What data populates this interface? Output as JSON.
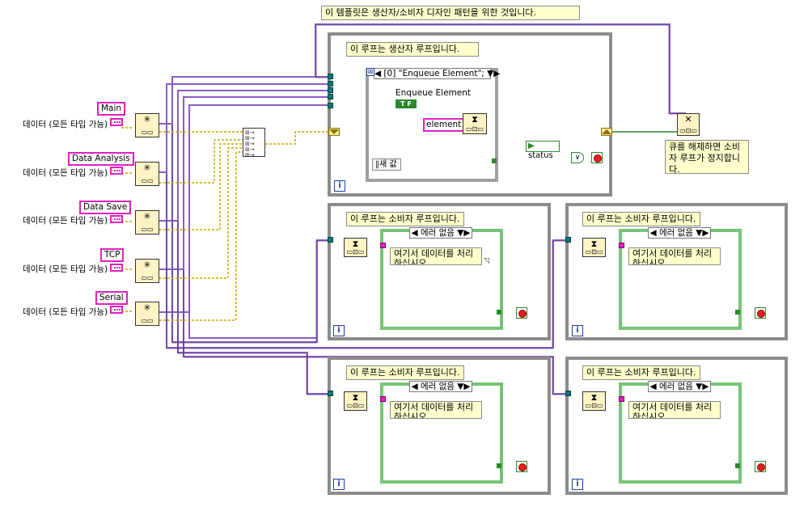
{
  "notes": {
    "top": "이 템플릿은 생산자/소비자 디자인 패턴을 위한 것입니다.",
    "release": "큐를 해제하면 소비자 루프가 정지합니다."
  },
  "queues": [
    {
      "name": "Main",
      "data_label": "데이터 (모든 타입 가능)"
    },
    {
      "name": "Data Analysis",
      "data_label": "데이터 (모든 타입 가능)"
    },
    {
      "name": "Data Save",
      "data_label": "데이터 (모든 타입 가능)"
    },
    {
      "name": "TCP",
      "data_label": "데이터 (모든 타입 가능)"
    },
    {
      "name": "Serial",
      "data_label": "데이터 (모든 타입 가능)"
    }
  ],
  "producer": {
    "comment": "이 루프는 생산자 루프입니다.",
    "case_selector": "[0] \"Enqueue Element\";",
    "case_label": "Enqueue Element",
    "bool_const": "T F",
    "element_label": "element",
    "shift_reg_label": "새 값",
    "status_label": "status",
    "iteration": "i"
  },
  "consumers": [
    {
      "comment": "이 루프는 소비자 루프입니다.",
      "case_selector": "에러 없음",
      "note": "여기서 데이터를 처리하십시오.",
      "iteration": "i"
    },
    {
      "comment": "이 루프는 소비자 루프입니다.",
      "case_selector": "에러 없음",
      "note": "여기서 데이터를 처리하십시오.",
      "iteration": "i"
    },
    {
      "comment": "이 루프는 소비자 루프입니다.",
      "case_selector": "에러 없음",
      "note": "여기서 데이터를 처리하십시오.",
      "iteration": "i"
    },
    {
      "comment": "이 루프는 소비자 루프입니다.",
      "case_selector": "에러 없음",
      "note": "여기서 데이터를 처리하십시오.",
      "iteration": "i"
    }
  ],
  "icons": {
    "obtain_queue": "obtain-queue-icon",
    "enqueue": "enqueue-element-icon",
    "dequeue": "dequeue-element-icon",
    "release": "release-queue-icon",
    "build_array": "build-array-icon",
    "or": "or-function-icon",
    "stop": "stop-icon"
  },
  "colors": {
    "queue_wire": "#9966cc",
    "queue_wire_dark": "#5a2d8a",
    "data_wire": "#c8a800",
    "error_wire": "#2a8a2a",
    "cluster_wire": "#e020c0",
    "loop_border": "#8c8c8c",
    "case_border": "#77c477",
    "comment_bg": "#ffffcc"
  }
}
